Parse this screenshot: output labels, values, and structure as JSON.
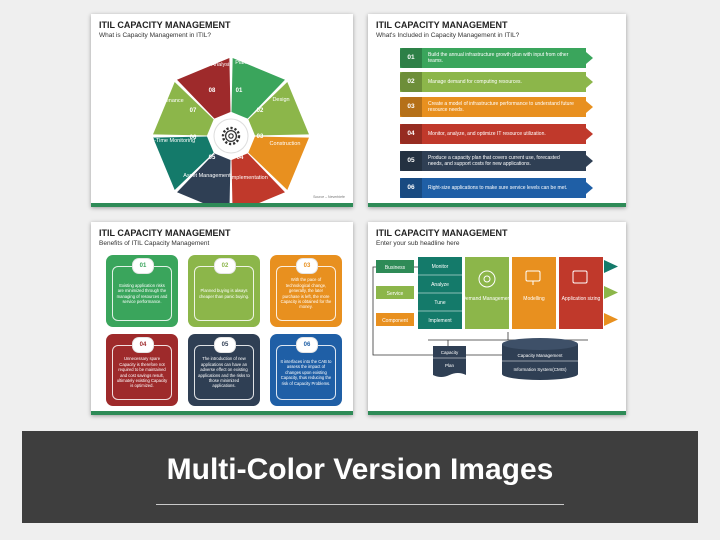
{
  "colors": {
    "dark_red": "#9e2a2b",
    "red": "#c0392b",
    "green": "#3aa55c",
    "lime": "#8cb64a",
    "orange": "#e8901f",
    "blue": "#1f5fa6",
    "teal": "#147a6a",
    "navy": "#2f3f54",
    "grey": "#6b6b6b",
    "banner": "#3e3e3e"
  },
  "slide1": {
    "title": "ITIL CAPACITY MANAGEMENT",
    "subtitle": "What is Capacity Management in ITIL?",
    "source": "Source – Neverbiefe",
    "segments": [
      {
        "num": "01",
        "label": "Planning"
      },
      {
        "num": "02",
        "label": "Design"
      },
      {
        "num": "03",
        "label": "Construction"
      },
      {
        "num": "04",
        "label": "Implementation"
      },
      {
        "num": "05",
        "label": "Asset Management"
      },
      {
        "num": "06",
        "label": "Real-Time Monitoring"
      },
      {
        "num": "07",
        "label": "Maintenance"
      },
      {
        "num": "08",
        "label": "Predictive Analysis"
      }
    ]
  },
  "slide2": {
    "title": "ITIL CAPACITY MANAGEMENT",
    "subtitle": "What's Included in Capacity Management in ITIL?",
    "rows": [
      {
        "num": "01",
        "text": "Build the annual infrastructure growth plan with input from other teams."
      },
      {
        "num": "02",
        "text": "Manage demand for computing resources."
      },
      {
        "num": "03",
        "text": "Create a model of infrastructure performance to understand future resource needs."
      },
      {
        "num": "04",
        "text": "Monitor, analyze, and optimize IT resource utilization."
      },
      {
        "num": "05",
        "text": "Produce a capacity plan that covers current use, forecasted needs, and support costs for new applications."
      },
      {
        "num": "06",
        "text": "Right-size applications to make sure service levels can be met."
      }
    ]
  },
  "slide3": {
    "title": "ITIL CAPACITY MANAGEMENT",
    "subtitle": "Benefits of ITIL Capacity Management",
    "cards": [
      {
        "num": "01",
        "text": "Existing application risks are minimized through the managing of resources and service performance."
      },
      {
        "num": "02",
        "text": "Planned buying is always cheaper than panic buying."
      },
      {
        "num": "03",
        "text": "With the pace of technological change, generally, the later purchase is left, the more Capacity is obtained for the money."
      },
      {
        "num": "04",
        "text": "Unnecessary spare Capacity is therefore not required to be maintained and cost savings result, ultimately existing Capacity is optimized."
      },
      {
        "num": "05",
        "text": "The introduction of new applications can have an adverse effect on existing applications and the risks to those minimized applications."
      },
      {
        "num": "06",
        "text": "It interfaces into the CAB to assess the impact of changes upon existing Capacity, thus reducing the risk of Capacity Problems."
      }
    ]
  },
  "slide4": {
    "title": "ITIL CAPACITY MANAGEMENT",
    "subtitle": "Enter your sub headline here",
    "left_labels": [
      "Business",
      "Service",
      "Component"
    ],
    "steps": [
      "Monitor",
      "Analyze",
      "Tune",
      "Implement"
    ],
    "blocks": [
      "Demand Management",
      "Modelling",
      "Application sizing"
    ],
    "capacity_plan_top": "Capacity",
    "capacity_plan_bottom": "Plan",
    "db_top": "Capacity Management",
    "db_bottom": "Information System(CMIS)"
  },
  "banner": {
    "title": "Multi-Color Version Images"
  }
}
